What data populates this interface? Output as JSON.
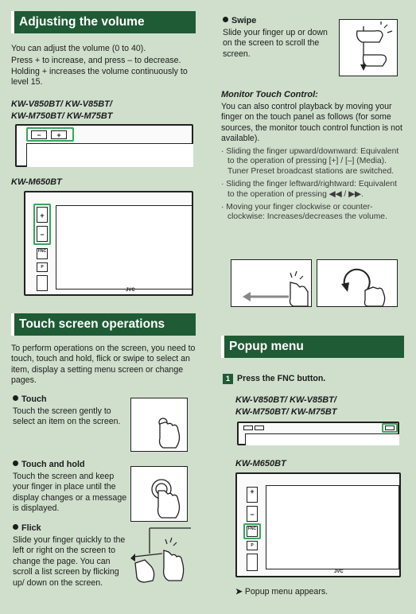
{
  "left": {
    "volume": {
      "heading": "Adjusting the volume",
      "p1": "You can adjust the volume (0 to 40).",
      "p2": "Press + to increase, and press – to decrease.",
      "p3": "Holding + increases the volume continuously to level 15."
    },
    "models_a": {
      "line1": "KW-V850BT/ KW-V85BT/",
      "line2": "KW-M750BT/ KW-M75BT"
    },
    "model_b": "KW-M650BT",
    "device_b_brand": "JVC",
    "device_b_fnc": "FNC",
    "touch": {
      "heading": "Touch screen operations",
      "intro": "To perform operations on the screen, you need to touch, touch and hold, flick or swipe to select an item, display a setting menu screen or change pages.",
      "touch_title": "Touch",
      "touch_text": "Touch the screen gently to select an item on the screen.",
      "hold_title": "Touch and hold",
      "hold_text": "Touch the screen and keep your finger in place until the display changes or a message is displayed.",
      "flick_title": "Flick",
      "flick_text": "Slide your finger quickly to the left or right on the screen to change the page. You can scroll a list screen by flicking up/ down on the screen."
    }
  },
  "right": {
    "swipe_title": "Swipe",
    "swipe_text": "Slide your finger up or down on the screen to scroll the screen.",
    "monitor_title": "Monitor Touch Control:",
    "monitor_text": "You can also control playback by moving your finger on the touch panel as follows (for some sources, the monitor touch control function is not available).",
    "items": [
      "· Sliding the finger upward/downward: Equivalent to the operation of pressing [+] / [–] (Media). Tuner Preset broadcast stations are switched.",
      "· Sliding the finger leftward/rightward: Equivalent to the operation of pressing ◀◀ / ▶▶.",
      "· Moving your finger clockwise or counter-clockwise: Increases/decreases the volume."
    ],
    "popup": {
      "heading": "Popup menu",
      "step_num": "1",
      "step_text": "Press the FNC button.",
      "models_a1": "KW-V850BT/ KW-V85BT/",
      "models_a2": "KW-M750BT/ KW-M75BT",
      "model_b": "KW-M650BT",
      "brand": "JVC",
      "fnc": "FNC",
      "result": "Popup menu appears."
    }
  }
}
